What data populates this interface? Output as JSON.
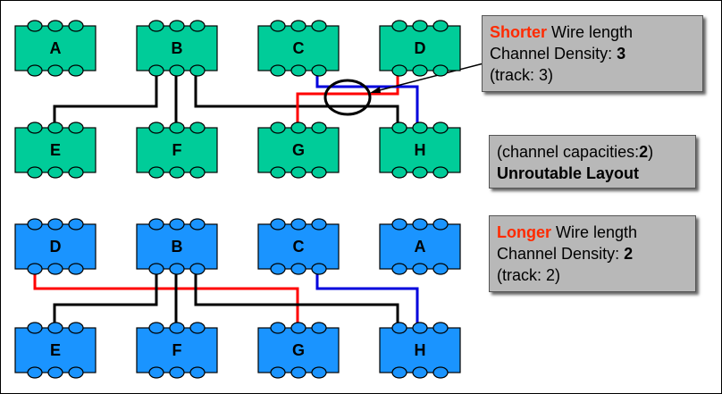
{
  "colors": {
    "green_block": "#00cc99",
    "blue_block": "#1a94ff",
    "wire_black": "#000000",
    "wire_red": "#ff0000",
    "wire_blue": "#0000dd",
    "highlight_red": "#ff2a00",
    "box_gray": "#b8b8b8"
  },
  "top_layout": {
    "blocks": [
      "A",
      "B",
      "C",
      "D",
      "E",
      "F",
      "G",
      "H"
    ]
  },
  "bottom_layout": {
    "blocks": [
      "D",
      "B",
      "C",
      "A",
      "E",
      "F",
      "G",
      "H"
    ]
  },
  "box_top": {
    "highlight": "Shorter",
    "line1_rest": " Wire length",
    "line2_prefix": "Channel Density: ",
    "line2_value": "3",
    "line3": "(track: 3)"
  },
  "box_mid": {
    "line1_prefix": "(channel capacities:",
    "line1_value": "2",
    "line1_suffix": ")",
    "line2": "Unroutable Layout"
  },
  "box_bottom": {
    "highlight": "Longer",
    "line1_rest": " Wire length",
    "line2_prefix": "Channel Density: ",
    "line2_value": "2",
    "line3": "(track: 2)"
  }
}
